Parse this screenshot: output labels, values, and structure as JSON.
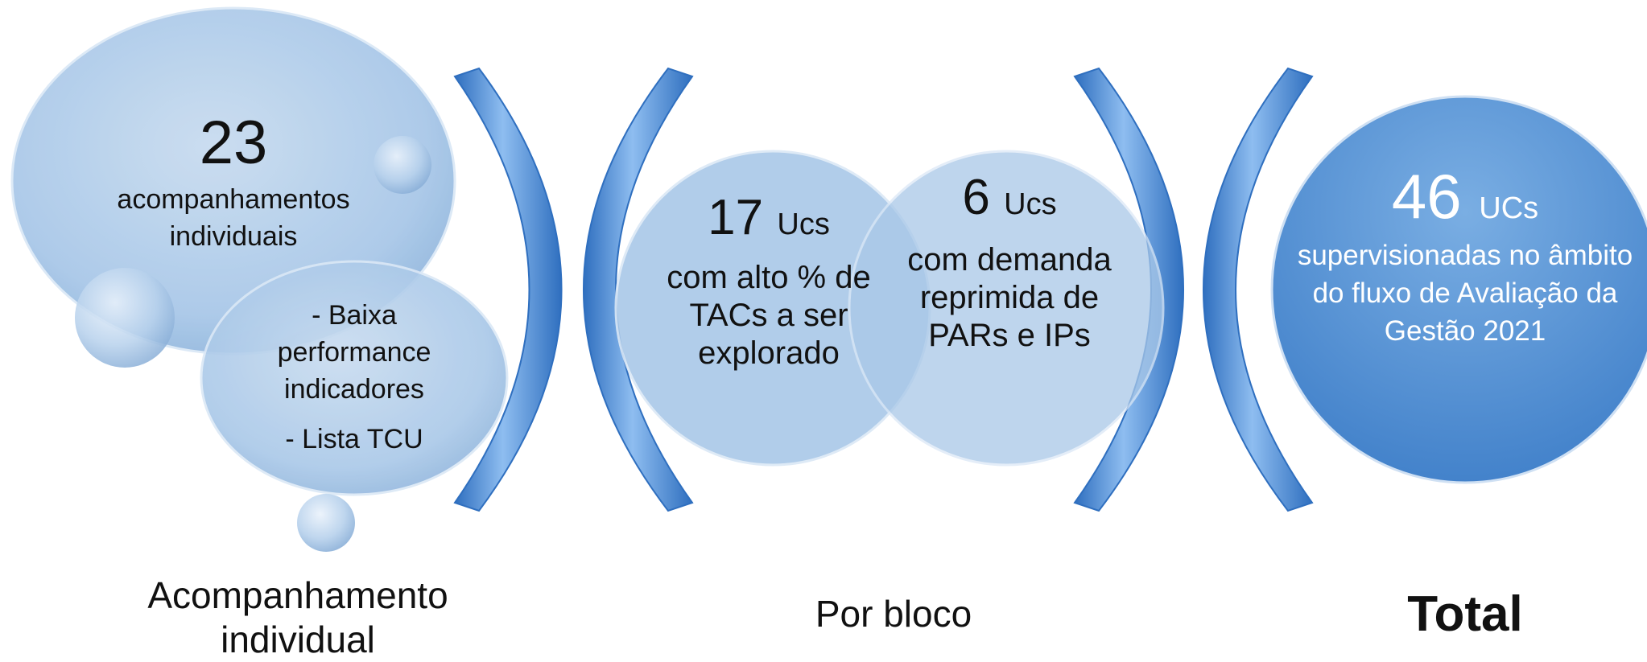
{
  "groups": {
    "individual": {
      "number": "23",
      "label": "acompanhamentos individuais",
      "sub_line1": "- Baixa performance indicadores",
      "sub_line2": "- Lista TCU",
      "caption": "Acompanhamento individual"
    },
    "bloco": {
      "item1_number": "17",
      "item1_unit": "Ucs",
      "item1_text": "com alto % de TACs a ser explorado",
      "item2_number": "6",
      "item2_unit": "Ucs",
      "item2_text": "com demanda reprimida de PARs e IPs",
      "caption": "Por bloco"
    },
    "total": {
      "number": "46",
      "unit": "UCs",
      "text": "supervisionadas no âmbito do fluxo de Avaliação da Gestão 2021",
      "caption": "Total"
    }
  },
  "colors": {
    "bubble_light": "#a9c8e8",
    "bubble_edge": "#8fb4dc",
    "bracket_blue": "#4a86cc",
    "circle_total": "#5a95d6",
    "text": "#111111"
  }
}
